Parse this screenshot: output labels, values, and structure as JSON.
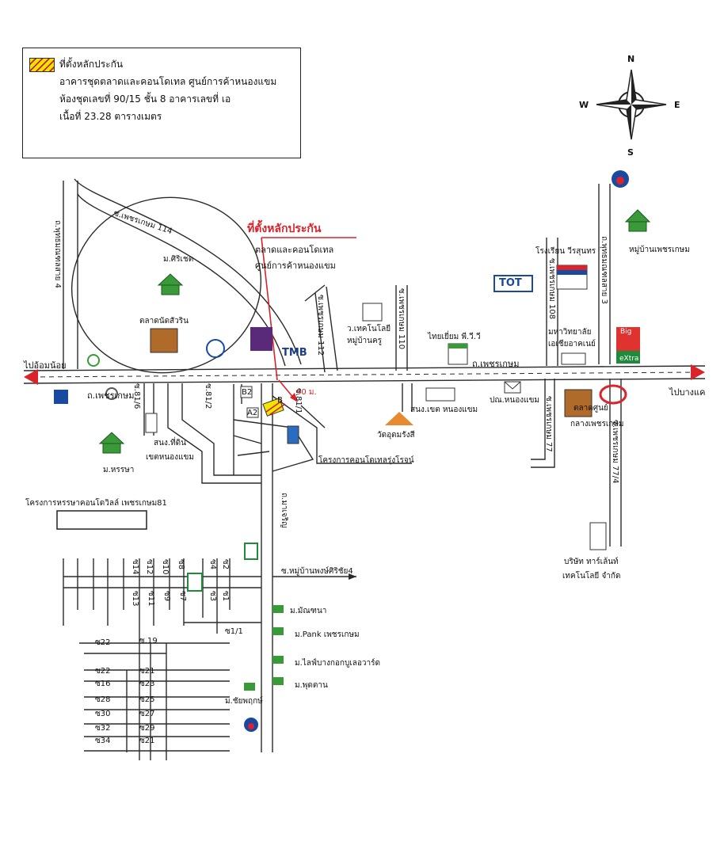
{
  "legend": {
    "title": "ที่ตั้งหลักประกัน",
    "line1": "อาคารชุดตลาดและคอนโดเทล ศูนย์การค้าหนองแขม",
    "line2": "ห้องชุดเลขที่ 90/15 ชั้น 8 อาคารเลขที่ เอ",
    "line3": "เนื้อที่ 23.28 ตารางเมตร"
  },
  "compass": {
    "n": "N",
    "s": "S",
    "e": "E",
    "w": "W"
  },
  "callout": {
    "title": "ที่ตั้งหลักประกัน",
    "sub1": "ตลาดและคอนโดเทล",
    "sub2": "ศูนย์การค้าหนองแขม",
    "distance": "90 ม."
  },
  "roads": {
    "main": "ถ.เพชรเกษม",
    "main_right": "ถ.เพชรเกษม",
    "soi114": "ซ.เพชรเกษม 114",
    "left_v": "ถ.พุทธมณฑลสาย 4",
    "soi112": "ซ.เพชรเกษม 112",
    "soi110": "ซ.เพชรเกษม 110",
    "soi108": "ซ.เพชรเกษม 108",
    "right_v": "ถ.พุทธมณฑลสาย 3",
    "soi77": "ซ.เพชรเกษม 77",
    "soi77_4": "ซ.เพชรเกษม 77/4",
    "maccharoen": "ถ.มาเจริญ",
    "s81_6": "ซ.81/6",
    "s81_2": "ซ.81/2",
    "s81_1": "ซ.81/1",
    "b2": "B2",
    "b": "B",
    "a2": "A2",
    "to_left": "ไปอ้อมน้อย",
    "to_right": "ไปบางแค",
    "mu_pongsiri": "ซ.หมู่บ้านพงษ์ศิริชัย4"
  },
  "places": {
    "siriwet": "ม.ศิริเชต",
    "talad_chatuchak": "ตลาดนัดสัวริน",
    "vocational": "ว.เทคโนโลยี หมู่บ้านครู",
    "thai_yeum": "ไทยเยี่ยม พี.วี.วี",
    "school": "โรงเรียน วีรสุนทร",
    "mu_petch": "หมู่บ้านเพชรเกษม",
    "university": "มหาวิทยาลัย เอเชียอาคเนย์",
    "bigc": "eXtra",
    "bigc_big": "Big",
    "tmb": "TMB",
    "tot": "TOT",
    "police_nk": "สนง.เขต หนองแขม",
    "post": "ปณ.หนองแขม",
    "talad_center": "ตลาดศูนย์",
    "talad_center2": "กลางเพชรเกษม",
    "wat": "วัดอุดมรังสี",
    "condo_project": "โครงการคอนโดเทลรุ่งโรจน์",
    "land_office": "สนง.ที่ดิน",
    "land_office2": "เขตหนองแขม",
    "mu_harnsa": "ม.หรรษา",
    "project_left": "โครงการหรรษาคอนโดวิลล์ เพชรเกษม81",
    "company": "บริษัท ทาร์เล้นท์",
    "company2": "เทคโนโลยี จำกัด",
    "m1": "ม.มัณฑนา",
    "m2": "ม.Pank เพชรเกษม",
    "m3": "ม.ไลฟ์บางกอกบูเลอวาร์ด",
    "m4": "ม.พุดตาน",
    "m5": "ม.ชัยพฤกษ์"
  },
  "soi_grid": {
    "top": [
      "ซ14",
      "ซ12",
      "ซ10",
      "ซ8",
      "ซ4",
      "ซ2"
    ],
    "mid": [
      "ซ13",
      "ซ11",
      "ซ9",
      "ซ7",
      "ซ3",
      "ซ1"
    ],
    "sub": "ซ1/1",
    "left_col": [
      "ซ22",
      "ซ22",
      "ซ16",
      "ซ28",
      "ซ30",
      "ซ32",
      "ซ34"
    ],
    "right_col": [
      "ซ.19",
      "ซ21",
      "ซ23",
      "ซ25",
      "ซ27",
      "ซ29",
      "ซ21"
    ]
  },
  "colors": {
    "red": "#d8242a",
    "line": "#2a2a2a",
    "road_fill": "#ffffff",
    "bigc_red": "#e0322f",
    "bigc_green": "#1f8a3a",
    "tot_blue": "#1a4aa0",
    "tmb_blue": "#1a3c8a",
    "scb_purple": "#5a2a7a"
  }
}
